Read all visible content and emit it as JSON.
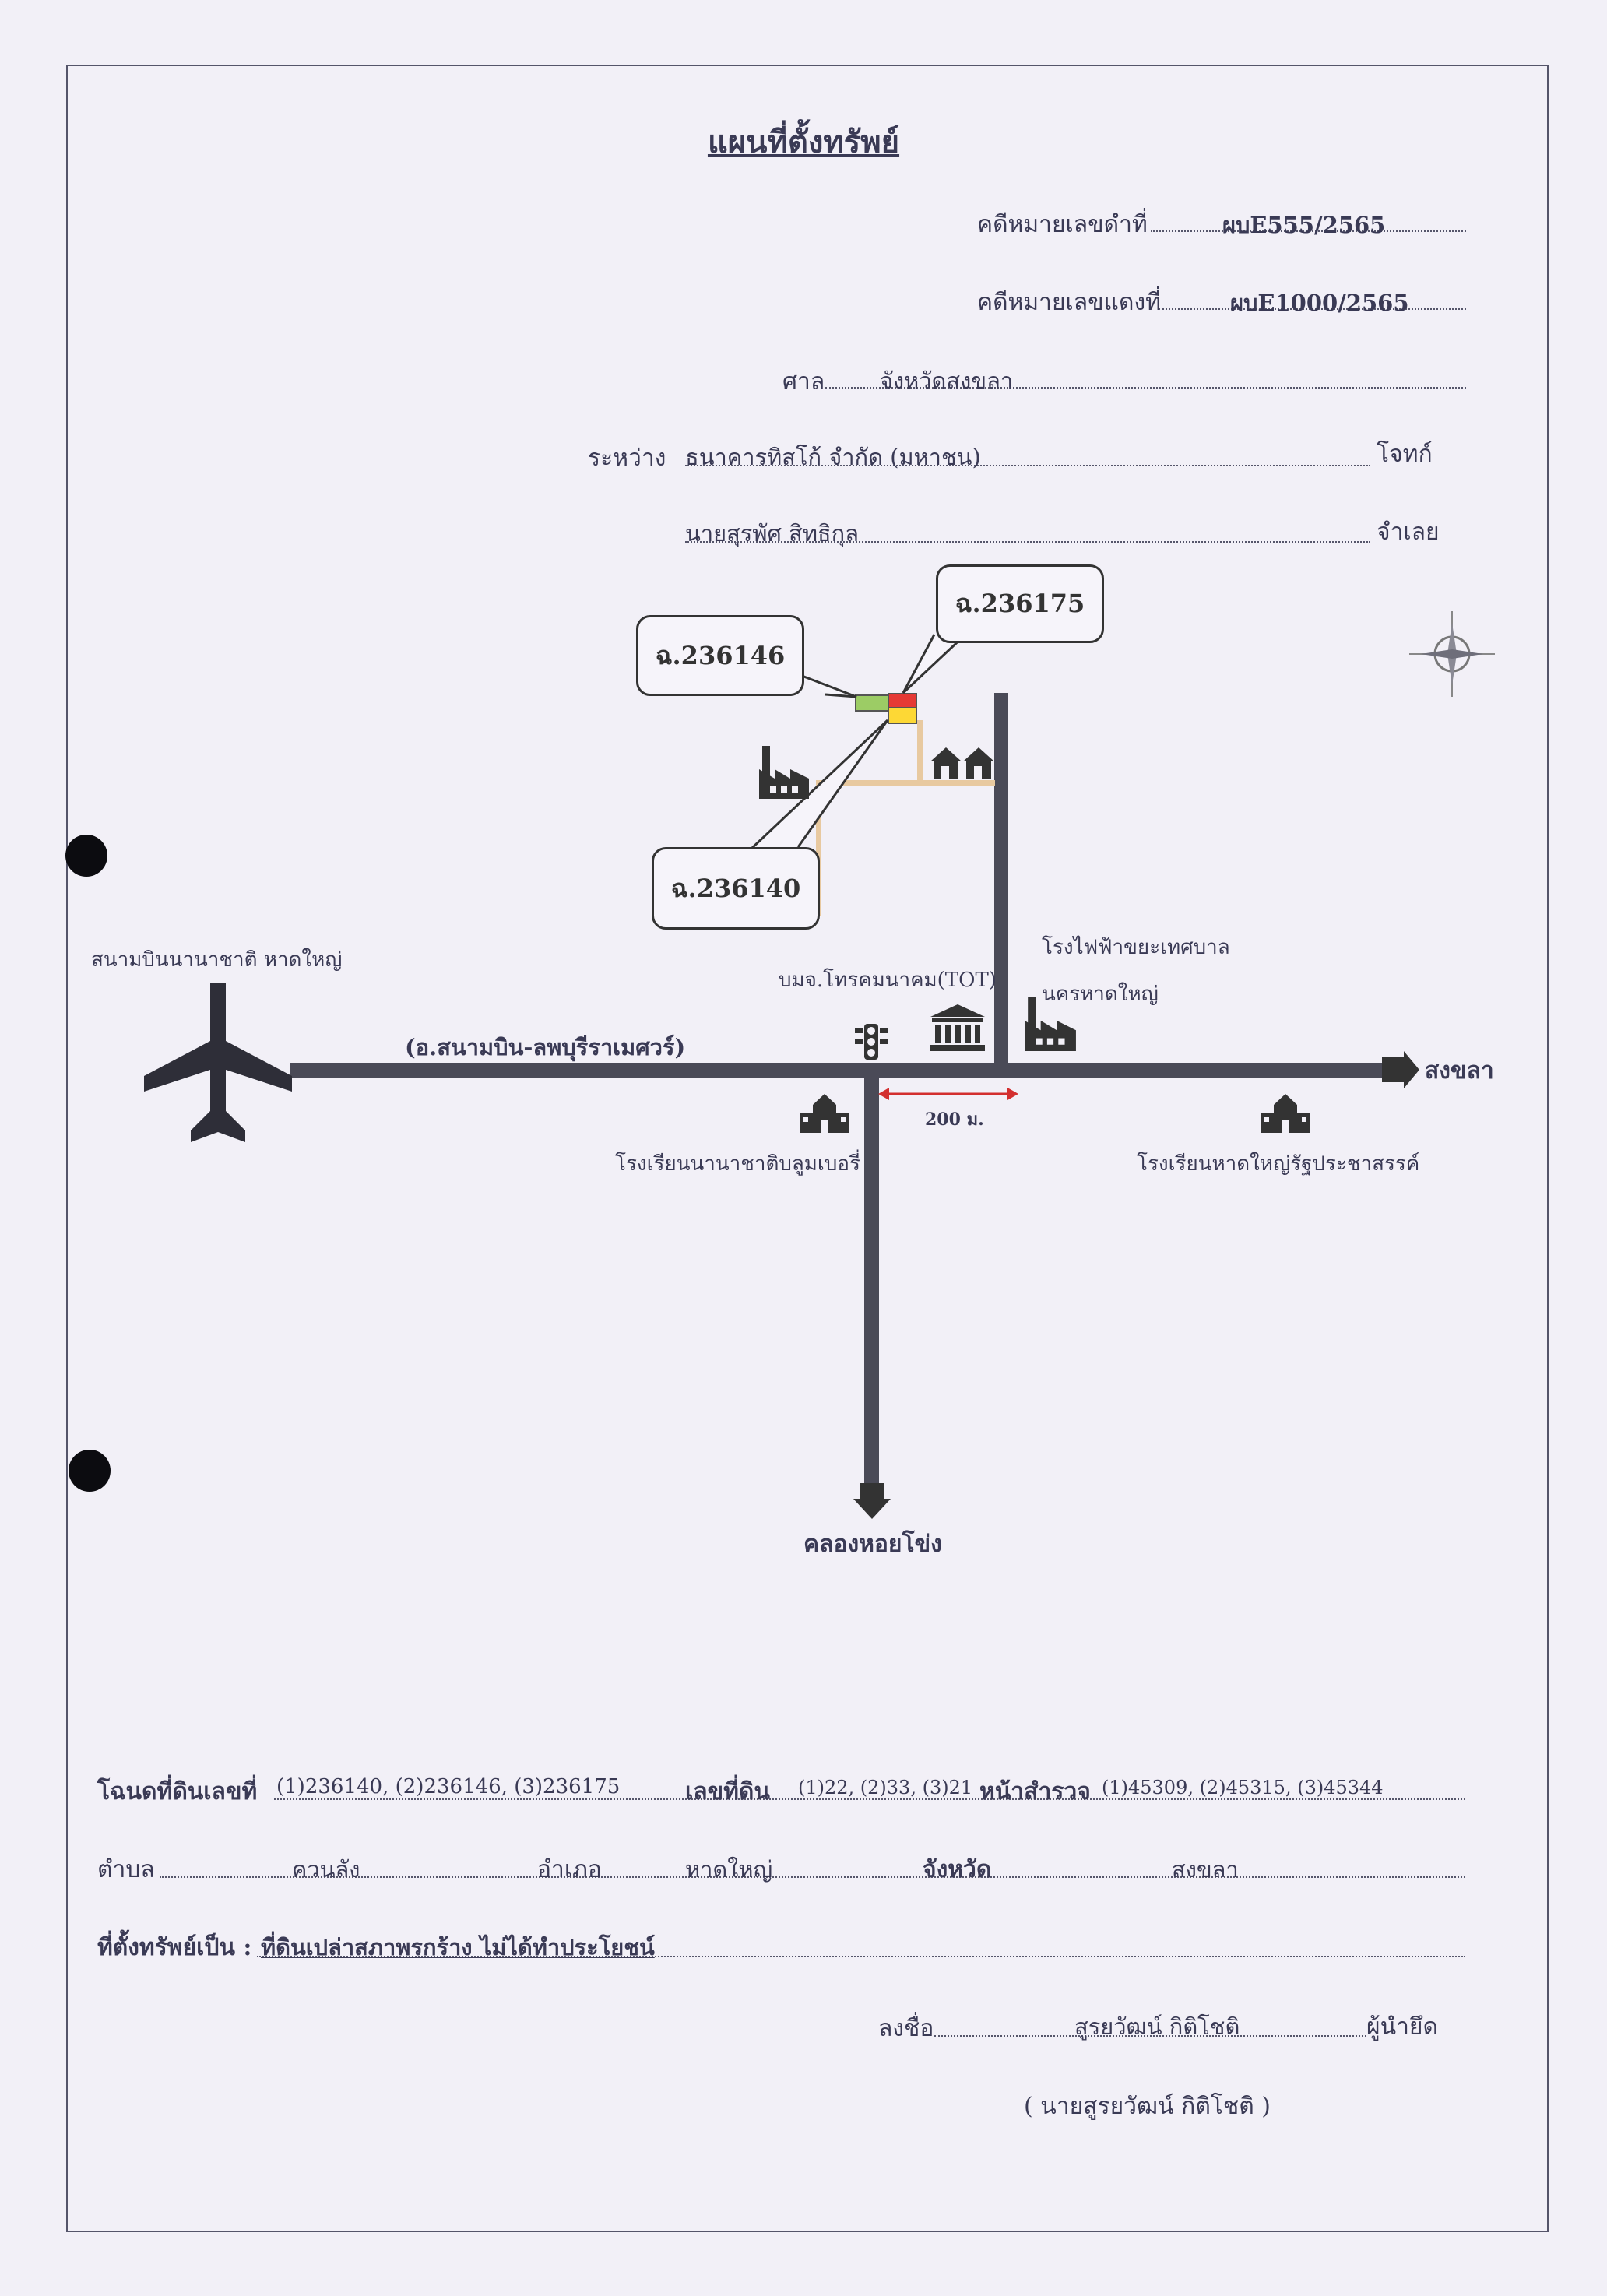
{
  "title": "แผนที่ตั้งทรัพย์",
  "header": {
    "black_case_label": "คดีหมายเลขดำที่",
    "black_case_value": "ผบE555/2565",
    "red_case_label": "คดีหมายเลขแดงที่",
    "red_case_value": "ผบE1000/2565",
    "court_label": "ศาล",
    "court_value": "จังหวัดสงขลา",
    "between_label": "ระหว่าง",
    "plaintiff_value": "ธนาคารทิสโก้ จำกัด (มหาชน)",
    "plaintiff_label": "โจทก์",
    "defendant_value": "นายสุรพัศ สิทธิกุล",
    "defendant_label": "จำเลย"
  },
  "map": {
    "callouts": [
      "ฉ.236146",
      "ฉ.236175",
      "ฉ.236140"
    ],
    "airport_label": "สนามบินนานาชาติ หาดใหญ่",
    "highway_label": "(อ.สนามบิน-ลพบุรีราเมศวร์)",
    "tot_label": "บมจ.โทรคมนาคม(TOT)",
    "power_plant_label": [
      "โรงไฟฟ้าขยะเทศบาล",
      "นครหาดใหญ่"
    ],
    "east_destination": "สงขลา",
    "distance_label": "200 ม.",
    "school_left": "โรงเรียนนานาชาติบลูมเบอรี่",
    "school_right": "โรงเรียนหาดใหญ่รัฐประชาสรรค์",
    "south_destination": "คลองหอยโข่ง"
  },
  "footer": {
    "deed_label": "โฉนดที่ดินเลขที่",
    "deed_value": "(1)236140, (2)236146, (3)236175",
    "land_no_label": "เลขที่ดิน",
    "land_no_value": "(1)22, (2)33, (3)21",
    "survey_label": "หน้าสำรวจ",
    "survey_value": "(1)45309, (2)45315, (3)45344",
    "subdistrict_label": "ตำบล",
    "subdistrict_value": "ควนลัง",
    "district_label": "อำเภอ",
    "district_value": "หาดใหญ่",
    "province_label": "จังหวัด",
    "province_value": "สงขลา",
    "property_label": "ที่ตั้งทรัพย์เป็น :",
    "property_value": "ที่ดินเปล่าสภาพรกร้าง ไม่ได้ทำประโยชน์",
    "sign_label": "ลงชื่อ",
    "sign_value": "สูรยวัฒน์ กิติโชติ",
    "sign_role": "ผู้นำยึด",
    "sign_name": "( นายสูรยวัฒน์ กิติโชติ )"
  }
}
